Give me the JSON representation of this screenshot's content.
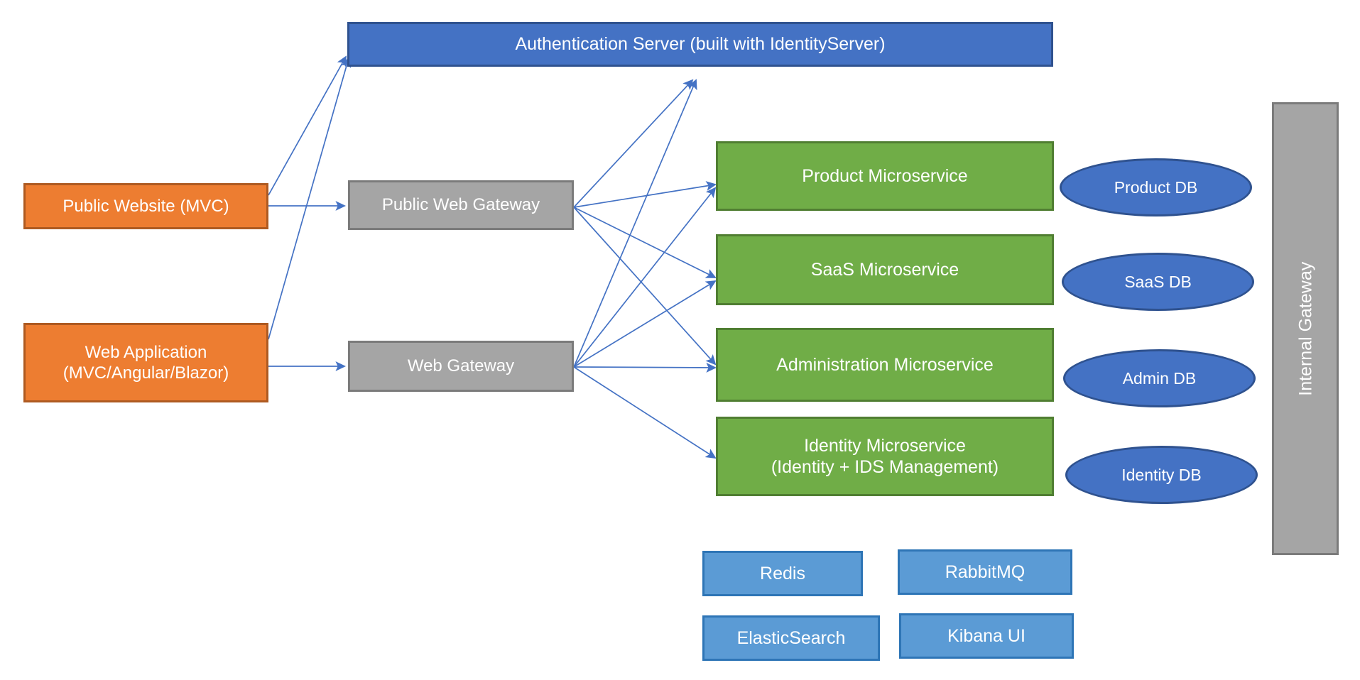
{
  "diagram": {
    "title": "Microservice Architecture Diagram",
    "background": "#ffffff",
    "colors": {
      "auth_blue": "#4472C4",
      "auth_blue_border": "#2F528F",
      "client_orange": "#ED7D31",
      "client_orange_border": "#AE5A21",
      "gateway_gray": "#A5A5A5",
      "gateway_gray_border": "#7B7B7B",
      "microservice_green": "#70AD47",
      "microservice_green_border": "#507E32",
      "infra_blue": "#5B9BD5",
      "infra_blue_border": "#2E75B6",
      "db_blue": "#4472C4",
      "db_blue_border": "#2F528F",
      "arrow_blue": "#4472C4",
      "text_white": "#FFFFFF"
    }
  },
  "auth_server": {
    "label": "Authentication Server (built with IdentityServer)"
  },
  "clients": [
    {
      "id": "public-website",
      "label": "Public Website (MVC)",
      "lines": [
        "Public Website (MVC)"
      ]
    },
    {
      "id": "web-application",
      "label": "Web Application (MVC/Angular/Blazor)",
      "lines": [
        "Web Application",
        "(MVC/Angular/Blazor)"
      ]
    }
  ],
  "gateways": [
    {
      "id": "public-web-gateway",
      "label": "Public Web Gateway"
    },
    {
      "id": "web-gateway",
      "label": "Web Gateway"
    }
  ],
  "internal_gateway": {
    "label": "Internal Gateway"
  },
  "microservices": [
    {
      "id": "product-microservice",
      "label": "Product Microservice",
      "lines": [
        "Product Microservice"
      ]
    },
    {
      "id": "saas-microservice",
      "label": "SaaS Microservice",
      "lines": [
        "SaaS Microservice"
      ]
    },
    {
      "id": "administration-microservice",
      "label": "Administration Microservice",
      "lines": [
        "Administration Microservice"
      ]
    },
    {
      "id": "identity-microservice",
      "label": "Identity Microservice (Identity + IDS Management)",
      "lines": [
        "Identity Microservice",
        "(Identity + IDS Management)"
      ]
    }
  ],
  "databases": [
    {
      "id": "product-db",
      "label": "Product DB"
    },
    {
      "id": "saas-db",
      "label": "SaaS DB"
    },
    {
      "id": "admin-db",
      "label": "Admin DB"
    },
    {
      "id": "identity-db",
      "label": "Identity DB"
    }
  ],
  "infrastructure": [
    {
      "id": "redis",
      "label": "Redis"
    },
    {
      "id": "rabbitmq",
      "label": "RabbitMQ"
    },
    {
      "id": "elasticsearch",
      "label": "ElasticSearch"
    },
    {
      "id": "kibana-ui",
      "label": "Kibana UI"
    }
  ],
  "connections": [
    {
      "from": "public-website",
      "to": "authentication-server"
    },
    {
      "from": "public-website",
      "to": "public-web-gateway"
    },
    {
      "from": "web-application",
      "to": "authentication-server"
    },
    {
      "from": "web-application",
      "to": "web-gateway"
    },
    {
      "from": "public-web-gateway",
      "to": "authentication-server"
    },
    {
      "from": "public-web-gateway",
      "to": "product-microservice"
    },
    {
      "from": "public-web-gateway",
      "to": "saas-microservice"
    },
    {
      "from": "public-web-gateway",
      "to": "administration-microservice"
    },
    {
      "from": "web-gateway",
      "to": "authentication-server"
    },
    {
      "from": "web-gateway",
      "to": "product-microservice"
    },
    {
      "from": "web-gateway",
      "to": "saas-microservice"
    },
    {
      "from": "web-gateway",
      "to": "administration-microservice"
    },
    {
      "from": "web-gateway",
      "to": "identity-microservice"
    }
  ]
}
